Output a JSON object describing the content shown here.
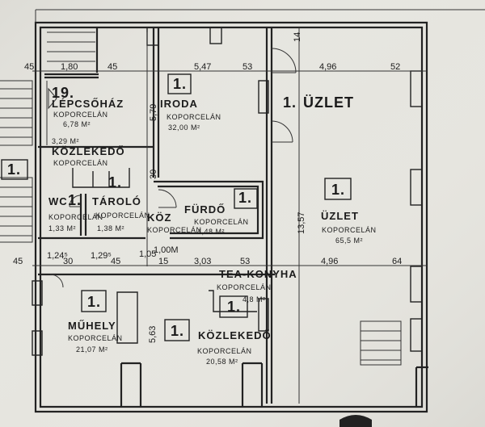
{
  "rooms": [
    {
      "id": "lepcsohaz",
      "number": "19.",
      "name": "LÉPCSŐHÁZ",
      "material": "KOPORCELÁN",
      "area": "6,78 M²"
    },
    {
      "id": "iroda",
      "number": "1.",
      "name": "IRODA",
      "material": "KOPORCELÁN",
      "area": "32,00 M²"
    },
    {
      "id": "uzlet-header",
      "number": "1.",
      "name": "ÜZLET"
    },
    {
      "id": "kozlekedo-top",
      "name": "KÖZLEKEDŐ",
      "material": "KOPORCELÁN",
      "area": "3,29 M²"
    },
    {
      "id": "wc",
      "number": "1.",
      "name": "WC",
      "material": "KOPORCELÁN",
      "area": "1,33 M²"
    },
    {
      "id": "tarolo",
      "number": "1.",
      "name": "TÁROLÓ",
      "material": "KOPORCELÁN",
      "area": "1,38 M²"
    },
    {
      "id": "koz",
      "name": "KÖZ",
      "material": "KOPORCELÁN"
    },
    {
      "id": "furdo",
      "number": "1.",
      "name": "FÜRDŐ",
      "material": "KOPORCELÁN",
      "area": "4,48 M²"
    },
    {
      "id": "uzlet",
      "number": "1.",
      "name": "ÜZLET",
      "material": "KOPORCELÁN",
      "area": "65,5 M²"
    },
    {
      "id": "tea-konyha",
      "number": "1.",
      "name": "TEA-KONYHA",
      "material": "KOPORCELÁN",
      "area": "4,8 M²"
    },
    {
      "id": "muhely",
      "number": "1.",
      "name": "MŰHELY",
      "material": "KOPORCELÁN",
      "area": "21,07 M²"
    },
    {
      "id": "kozlekedo-bottom",
      "number": "1.",
      "name": "KÖZLEKEDŐ",
      "material": "KOPORCELÁN",
      "area": "20,58 M²"
    },
    {
      "id": "outside",
      "number": "1."
    }
  ],
  "dimensions": {
    "top_row": [
      "45",
      "1,80",
      "45",
      "5,47",
      "53",
      "4,96",
      "52"
    ],
    "vertical": [
      "5,79",
      "30",
      "13,57",
      "5,63",
      "14"
    ],
    "mid_row": [
      "45",
      "1,24⁵",
      "30",
      "1,29⁵",
      "45",
      "1,05",
      "15",
      "1,00M",
      "3,03",
      "53",
      "4,96",
      "64"
    ]
  }
}
